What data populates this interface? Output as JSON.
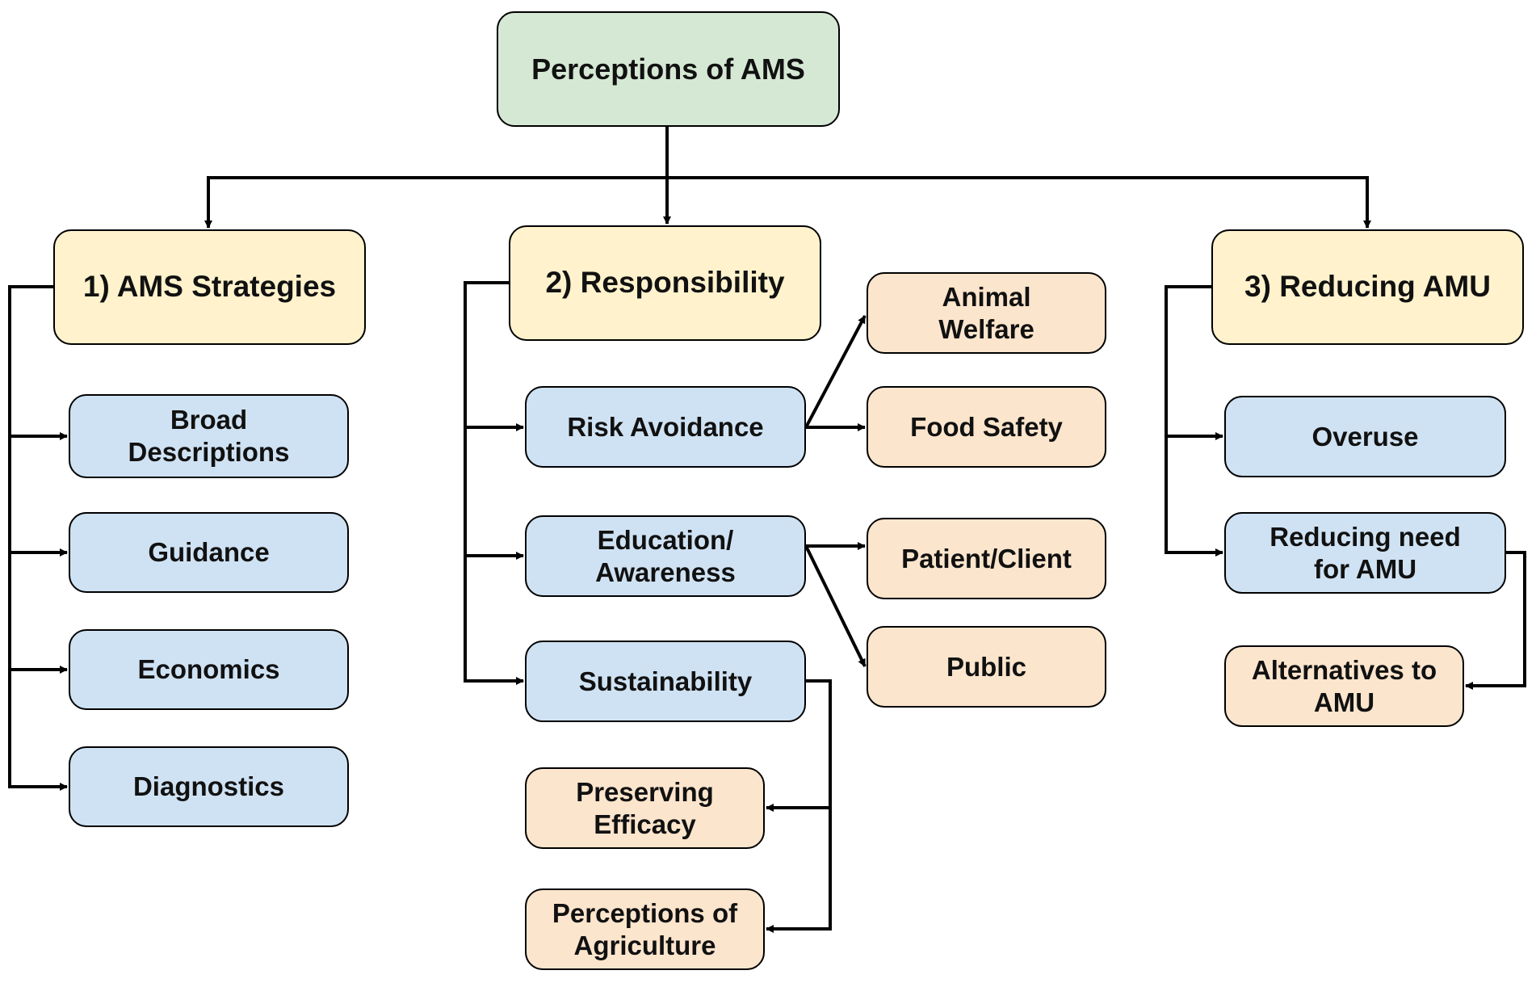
{
  "colors": {
    "root": "#d5e8d4",
    "category": "#fff2cc",
    "subtheme": "#cfe2f3",
    "subsubtheme": "#fce5cd",
    "line": "#000000"
  },
  "nodes": {
    "root": {
      "label": "Perceptions of AMS",
      "kind": "root"
    },
    "strategies": {
      "label": "1) AMS Strategies",
      "kind": "category"
    },
    "responsibility": {
      "label": "2) Responsibility",
      "kind": "category"
    },
    "reducing": {
      "label": "3) Reducing AMU",
      "kind": "category"
    },
    "broad": {
      "label": "Broad\nDescriptions",
      "kind": "subtheme"
    },
    "guidance": {
      "label": "Guidance",
      "kind": "subtheme"
    },
    "economics": {
      "label": "Economics",
      "kind": "subtheme"
    },
    "diagnostics": {
      "label": "Diagnostics",
      "kind": "subtheme"
    },
    "risk": {
      "label": "Risk Avoidance",
      "kind": "subtheme"
    },
    "education": {
      "label": "Education/\nAwareness",
      "kind": "subtheme"
    },
    "sustainability": {
      "label": "Sustainability",
      "kind": "subtheme"
    },
    "animal": {
      "label": "Animal\nWelfare",
      "kind": "subsubtheme"
    },
    "food": {
      "label": "Food Safety",
      "kind": "subsubtheme"
    },
    "patient": {
      "label": "Patient/Client",
      "kind": "subsubtheme"
    },
    "public": {
      "label": "Public",
      "kind": "subsubtheme"
    },
    "preserving": {
      "label": "Preserving\nEfficacy",
      "kind": "subsubtheme"
    },
    "agriculture": {
      "label": "Perceptions of\nAgriculture",
      "kind": "subsubtheme"
    },
    "overuse": {
      "label": "Overuse",
      "kind": "subtheme"
    },
    "reducingneed": {
      "label": "Reducing need\nfor AMU",
      "kind": "subtheme"
    },
    "alternatives": {
      "label": "Alternatives to\nAMU",
      "kind": "subsubtheme"
    }
  },
  "edges": [
    {
      "from": "root",
      "to": "strategies"
    },
    {
      "from": "root",
      "to": "responsibility"
    },
    {
      "from": "root",
      "to": "reducing"
    },
    {
      "from": "strategies",
      "to": "broad"
    },
    {
      "from": "strategies",
      "to": "guidance"
    },
    {
      "from": "strategies",
      "to": "economics"
    },
    {
      "from": "strategies",
      "to": "diagnostics"
    },
    {
      "from": "responsibility",
      "to": "risk"
    },
    {
      "from": "responsibility",
      "to": "education"
    },
    {
      "from": "responsibility",
      "to": "sustainability"
    },
    {
      "from": "risk",
      "to": "animal"
    },
    {
      "from": "risk",
      "to": "food"
    },
    {
      "from": "education",
      "to": "patient"
    },
    {
      "from": "education",
      "to": "public"
    },
    {
      "from": "sustainability",
      "to": "preserving"
    },
    {
      "from": "sustainability",
      "to": "agriculture"
    },
    {
      "from": "reducing",
      "to": "overuse"
    },
    {
      "from": "reducing",
      "to": "reducingneed"
    },
    {
      "from": "reducingneed",
      "to": "alternatives"
    }
  ]
}
